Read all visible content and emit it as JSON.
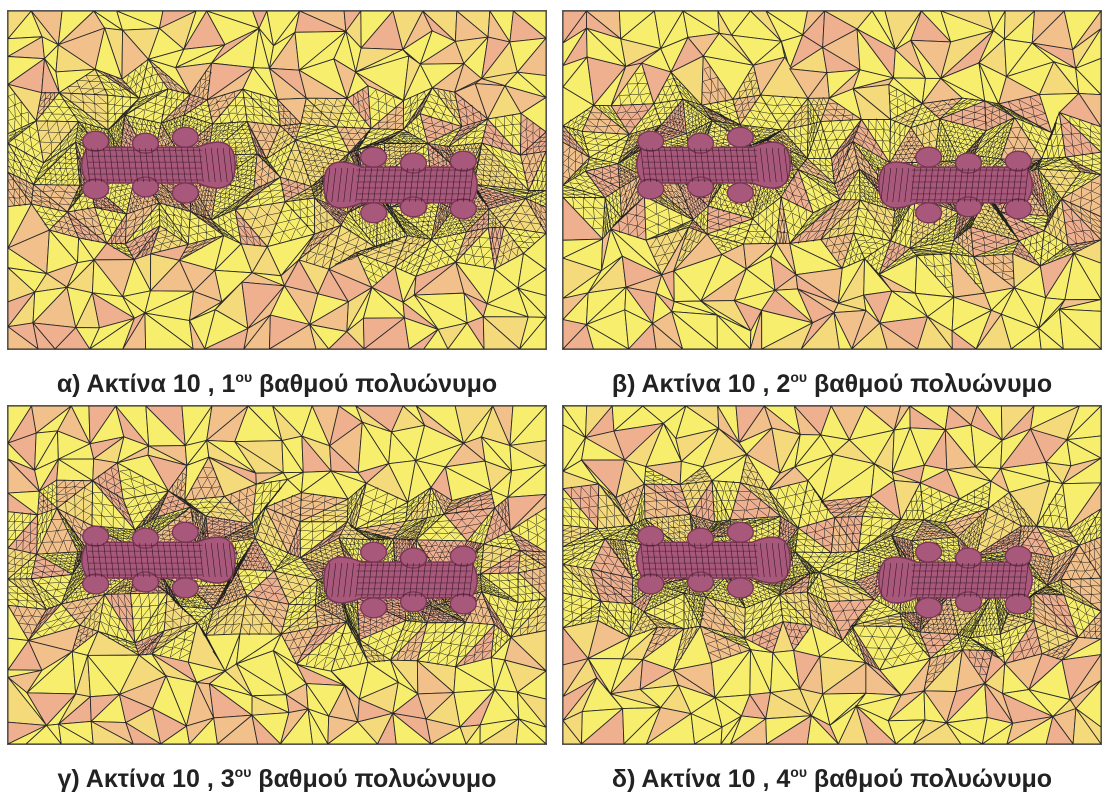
{
  "colors": {
    "fill_light": "#f7ee6e",
    "fill_mid": "#f4da7a",
    "fill_warm": "#f2c08a",
    "fill_peach": "#efb090",
    "edge": "#2a2a2a",
    "body": "#a8587a",
    "body_dark": "#7a3554"
  },
  "panels": [
    {
      "prefix": "α) Ακτίνα 10 , 1",
      "sup": "ου",
      "suffix": " βαθμού πολυώνυμο",
      "seed": 11
    },
    {
      "prefix": "β) Ακτίνα 10 , 2",
      "sup": "ου",
      "suffix": " βαθμού πολυώνυμο",
      "seed": 23
    },
    {
      "prefix": "γ) Ακτίνα 10 , 3",
      "sup": "ου",
      "suffix": " βαθμού πολυώνυμο",
      "seed": 37
    },
    {
      "prefix": "δ) Ακτίνα 10 , 4",
      "sup": "ου",
      "suffix": " βαθμού πολυώνυμο",
      "seed": 53
    }
  ]
}
